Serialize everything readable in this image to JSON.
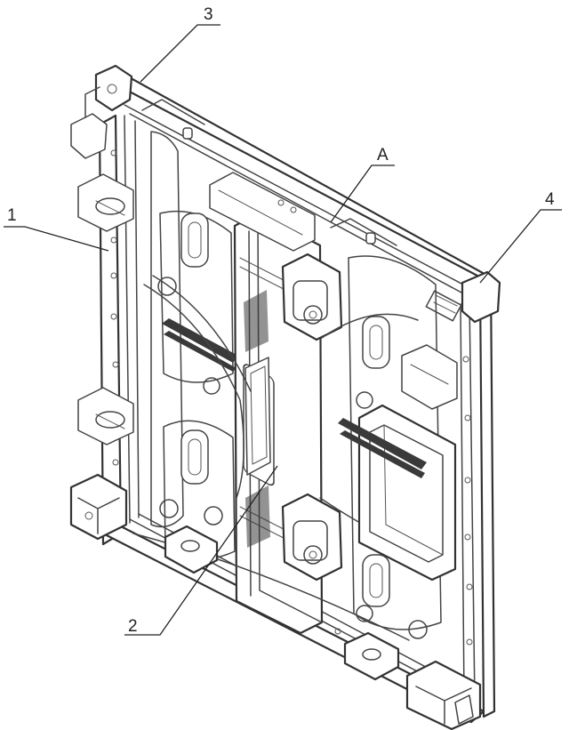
{
  "labels": {
    "label_1": "1",
    "label_2": "2",
    "label_3": "3",
    "label_4": "4",
    "label_A": "A"
  },
  "colors": {
    "line": "#333333",
    "background": "#ffffff",
    "hatch": "#3a3a3a"
  }
}
